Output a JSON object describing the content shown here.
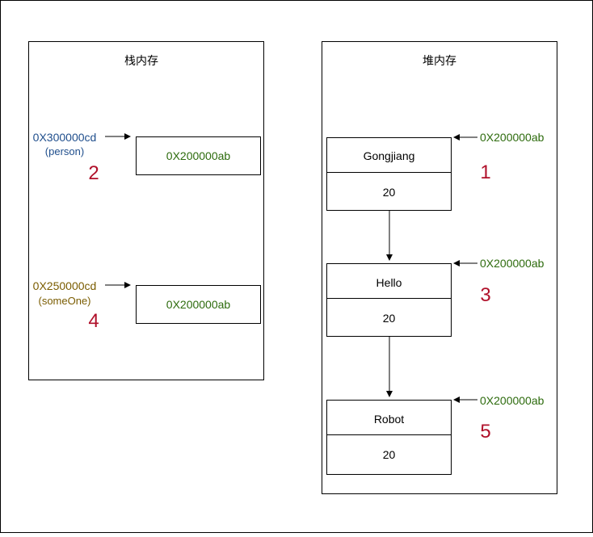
{
  "colors": {
    "stroke": "#000000",
    "green": "#2d6b0d",
    "blue": "#1f4e8c",
    "olive": "#7a5c00",
    "red": "#b0102a"
  },
  "stack": {
    "title": "栈内存",
    "slots": [
      {
        "address": "0X300000cd",
        "variable": "(person)",
        "step": "2",
        "value": "0X200000ab"
      },
      {
        "address": "0X250000cd",
        "variable": "(someOne)",
        "step": "4",
        "value": "0X200000ab"
      }
    ]
  },
  "heap": {
    "title": "堆内存",
    "objects": [
      {
        "name": "Gongjiang",
        "value": "20",
        "address": "0X200000ab",
        "step": "1"
      },
      {
        "name": "Hello",
        "value": "20",
        "address": "0X200000ab",
        "step": "3"
      },
      {
        "name": "Robot",
        "value": "20",
        "address": "0X200000ab",
        "step": "5"
      }
    ]
  }
}
